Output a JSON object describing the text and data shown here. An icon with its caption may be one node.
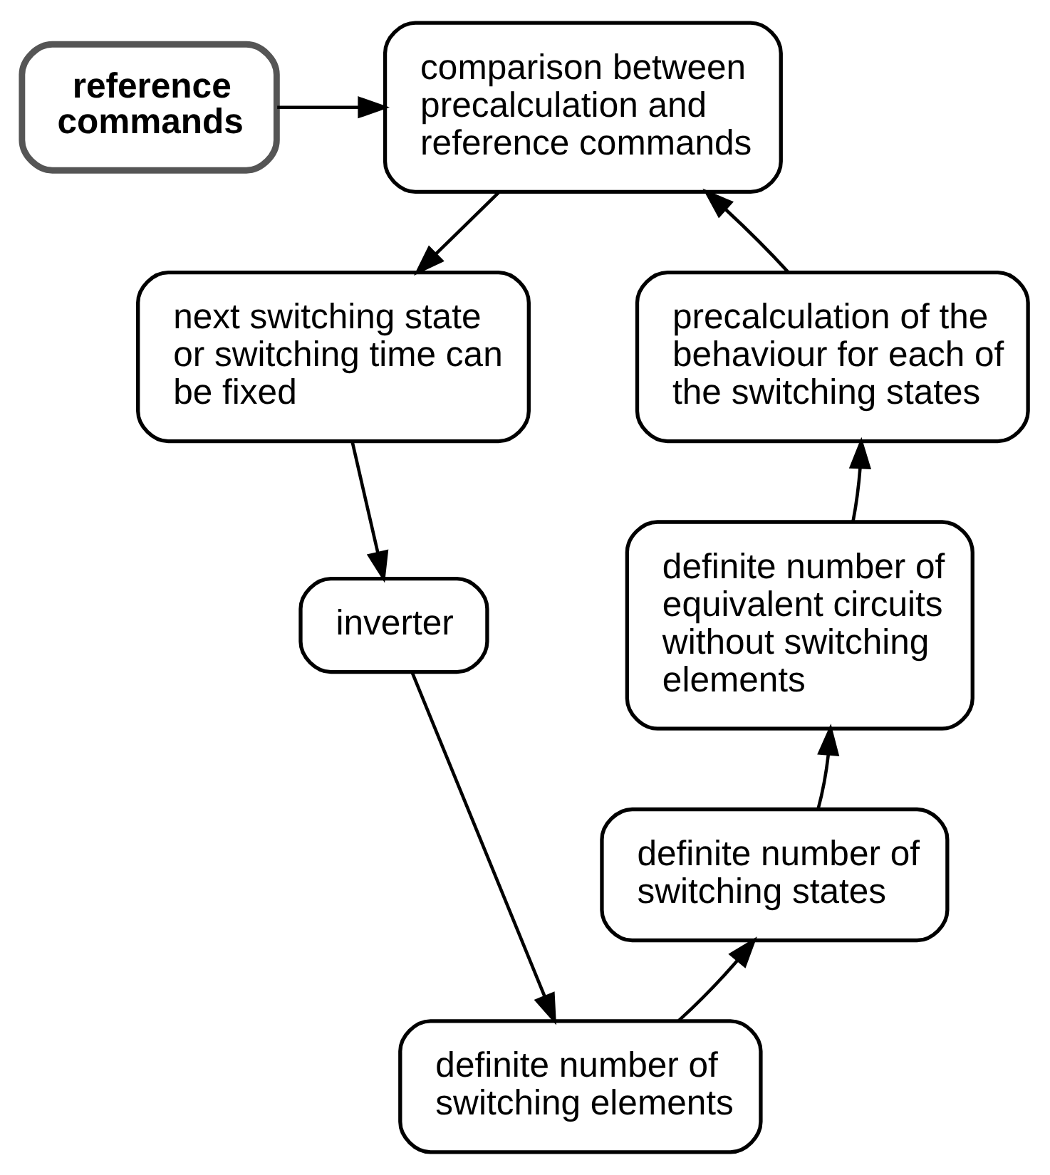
{
  "diagram": {
    "nodes": [
      {
        "text": [
          "reference commands"
        ]
      },
      {
        "text": [
          "comparison between precalculation and reference commands"
        ]
      },
      {
        "text": [
          "next switching state or switching time can be fixed"
        ]
      },
      {
        "text": [
          "inverter"
        ]
      },
      {
        "text": [
          "definite number of switching elements"
        ]
      },
      {
        "text": [
          "definite number of switching states"
        ]
      },
      {
        "text": [
          "definite number of equivalent circuits without switching elements"
        ]
      },
      {
        "text": [
          "precalculation of the behaviour for each of the switching states"
        ]
      }
    ],
    "edges": [
      {
        "from": 0,
        "to": 1,
        "arrow": "to"
      },
      {
        "from": 1,
        "to": 2,
        "arrow": "to"
      },
      {
        "from": 2,
        "to": 3,
        "arrow": "to"
      },
      {
        "from": 3,
        "to": 4,
        "arrow": "to"
      },
      {
        "from": 4,
        "to": 5,
        "arrow": "to"
      },
      {
        "from": 5,
        "to": 6,
        "arrow": "to"
      },
      {
        "from": 6,
        "to": 7,
        "arrow": "to"
      },
      {
        "from": 7,
        "to": 1,
        "arrow": "to"
      }
    ]
  }
}
